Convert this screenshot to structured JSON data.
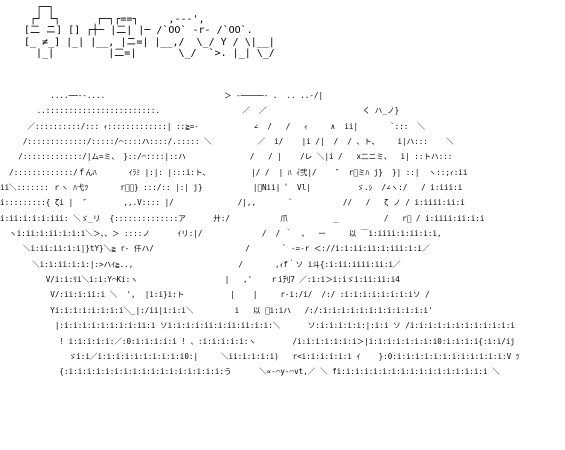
{
  "title_art": {
    "lines": [
      "  ┌─┐",
      " ┌┘ └┐      ┌─┐┌==┐     ,-‐‐',",
      "[二 ニ] [] ┌┼─ |二| |─ /`OO` ‐r‐ /`OO`.",
      "[_ ≠_] |_| |__, |ニ=| |__,/  \\_/ Y / \\|__|",
      "  |_|         |二=|       \\_/  `>. |_| \\_/"
    ]
  },
  "figure_art": {
    "lines": [
      "           ....──‐‐....                          ＞ ‐─────‐ .  .. ..‐/|",
      "        ..::::::::::::::::::::::::.                  ／  ／                     く ハ_ノ}",
      "      ／::::::::::/::: ｨ:::::::::::::| ::≧=‐            ∠  /   /   ｨ     ∧  ii|       `:::  ＼",
      "     /:::::::::::::/:::::/⌒::::ハ::::/.::::: ＼          ／  i/    |i /|  /  / 、ト、    i|ハ:::    ＼",
      "    /:::::::::::::/|ム=ミ、 }::/⌒::::|::ハ              /   / |    /レ ＼|i /   x二ニミ、  i| ::トハ::: ",
      "  /:::::::::::::/ｆんﾊ       ｲﾗﾐ |:|: |:::i:ト、         |/ /  | ﾊ ｨ゙弐|/    ″  r゙ミﾊ j}  }| ::|  ヽ::;ｨ:ii",
      "ii＼::::::: ｒヽ ﾊ弋ﾂ       r゙ｊ} :::/:: |:| j}           |／Nii| ゜ Vl|          ゞ.ｼ  /∠ヽ:/   / i:iii:i",
      "i:::::::::{ ζi |  ″        ,,.V:::: |/              /|,,       ¨           //   /   ζ ノ / i:iiii:ii:i",
      "i:ii:i:i:i:iii: ＼ゞ_リ  {::::::::::::::ア      廾:/           爪          _          /   r゙ / i:iiii:ii:i:i",
      "  ヽi:ii:i:ii:i:i:i＼＞、、＞ ::::ノ      ｲリ:|/             /  / ｀  、  ー     以 ￣i:iiii:i:ii:i:i,",
      "     ＼i:ii:ii:i:i|}tY}＼≧ r‐ 仟ハ/                    /       ` ‐=-r ＜://i:i:ii:ii:i:iii:i:i／",
      "       ＼i:i:ii:i:i:|:>ハｲ≧..,                       /       ,ｨf｀ソ i斗{:i:ii:iiii:ii:i／",
      "          V/i:i:ﾘi＼i:i:Y⌒Ki:ヽ                   |   ,'    ｒi刋7 ／:i:i＞i:iゞi:ii:ii:i4",
      "           V/:ii:i:ii:i ＼  ',  |i:i}i:ト          |    |     r‐i:/i/  /:/ :i:i:i:i:i:i:i:iソ /",
      "           Yi:i:i:i:i:i:i:i＼_|:/ii|i:i:i＼         i   以 ゙i:iハ   /:/:i:i:i:i:i:i:i:i:i:i:i:i'",
      "            |:i:i:i:i:i:i:i:i:ii:i ソi:i:i:i:ii:i:ii:ii:i:i:＼      ソ:i:i:i:i:i:|:i:i ソ /i:i:i:i:i:i:i:i:i:i:i:i",
      "             ! i:i:i:i:i:／:0:i:i:i:i:i ! 、:i:i:i:i:i:ヽ        /i:i:i:i:i:i:i＞|i:i:i:i:i:i:i:i0:i:i:i:i{:i:i/ij",
      "               ゞi:i／i:i:i:i:i:i:i:i:i:i0:|     ＼ii:i:i:i:i)   r<i:i:i:i:i:i ｲ    }:0:i:i:i:i:i:i:i:i:i:i:i:i:V ﾂ",
      "             {:i:i:i:i:i:i:i:i:i:i:i:i:i:i:i:i:i:う      ＼∝‐⌒y‐⌒vt,／ ＼ fi:i:i:i:i:i:i:i:i:i:i:i:i:i:i:i:i ＼"
    ]
  }
}
